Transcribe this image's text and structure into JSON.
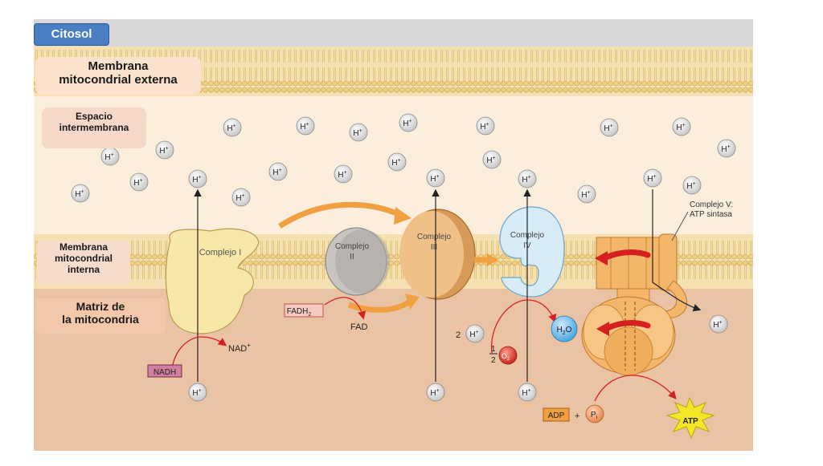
{
  "regions": {
    "citosol": "Citosol",
    "membrana_externa": [
      "Membrana",
      "mitocondrial externa"
    ],
    "espacio_intermembrana": [
      "Espacio",
      "intermembrana"
    ],
    "membrana_interna": [
      "Membrana",
      "mitocondrial",
      "interna"
    ],
    "matriz": [
      "Matriz de",
      "la mitocondria"
    ]
  },
  "complexes": {
    "c1": "Complejo I",
    "c2": [
      "Complejo",
      "II"
    ],
    "c3": [
      "Complejo",
      "III"
    ],
    "c4": [
      "Complejo",
      "IV"
    ],
    "c5": [
      "Complejo V:",
      "ATP sintasa"
    ]
  },
  "molecules": {
    "h_plus": "H",
    "h_plus_sup": "+",
    "nadh": "NADH",
    "nad_plus": "NAD",
    "nad_plus_sup": "+",
    "fadh2": "FADH",
    "fadh2_sub": "2",
    "fad": "FAD",
    "two": "2",
    "half_num": "1",
    "half_den": "2",
    "o2": "O",
    "o2_sub": "2",
    "h2o": "H",
    "h2o_sub": "2",
    "h2o_o": "O",
    "adp": "ADP",
    "plus": "+",
    "pi": "P",
    "pi_sub": "i",
    "atp": "ATP"
  },
  "colors": {
    "outer_membrane_band": "#f4e0b0",
    "inner_membrane_band": "#f4e0b0",
    "intermembrane_space": "#fbeedd",
    "matrix": "#e9c3a3",
    "complex_I": "#f7e7a8",
    "complex_II": "#c8c4c0",
    "complex_III": "#e9b47a",
    "complex_IV": "#d8ecf8",
    "atp_synthase": "#f3b66a",
    "flow_arrow": "#f0a040",
    "red_arrow": "#d62020"
  }
}
